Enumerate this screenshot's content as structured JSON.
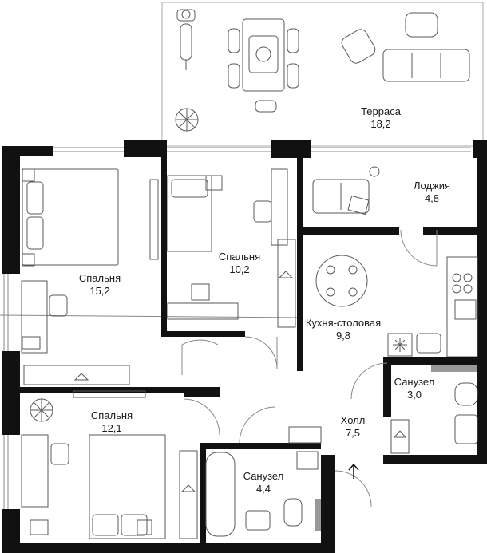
{
  "rooms": [
    {
      "name": "Терраса",
      "area": "18,2"
    },
    {
      "name": "Лоджия",
      "area": "4,8"
    },
    {
      "name": "Спальня",
      "area": "15,2"
    },
    {
      "name": "Спальня",
      "area": "10,2"
    },
    {
      "name": "Кухня-столовая",
      "area": "9,8"
    },
    {
      "name": "Санузел",
      "area": "3,0"
    },
    {
      "name": "Спальня",
      "area": "12,1"
    },
    {
      "name": "Холл",
      "area": "7,5"
    },
    {
      "name": "Санузел",
      "area": "4,4"
    }
  ],
  "icons": {
    "entrance": "entrance-arrow-icon",
    "plant": "plant-icon",
    "hanger": "hanger-icon"
  },
  "colors": {
    "wall": "#111111",
    "stroke": "#5a5a5a",
    "background": "#ffffff"
  }
}
